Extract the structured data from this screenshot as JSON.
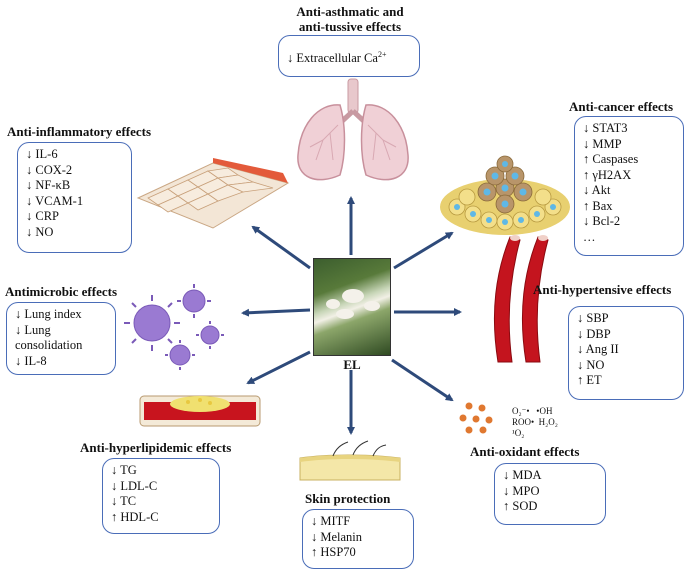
{
  "center": {
    "label": "EL"
  },
  "colors": {
    "arrow": "#2e4a7a",
    "box_border": "#4a6db8"
  },
  "asthmatic": {
    "title_line1": "Anti-asthmatic and",
    "title_line2": "anti-tussive effects",
    "items": [
      "↓ Extracellular Ca"
    ],
    "sup": "2+"
  },
  "inflammatory": {
    "title": "Anti-inflammatory effects",
    "items": [
      "↓ IL-6",
      "↓ COX-2",
      "↓ NF-κB",
      "↓ VCAM-1",
      "↓ CRP",
      "↓ NO"
    ]
  },
  "cancer": {
    "title": "Anti-cancer effects",
    "items": [
      "↓ STAT3",
      "↓ MMP",
      "↑ Caspases",
      "↑ γH2AX",
      "↓ Akt",
      "↑ Bax",
      "↓ Bcl-2",
      "…"
    ]
  },
  "antimicrobic": {
    "title": "Antimicrobic effects",
    "items": [
      "↓ Lung index",
      "↓ Lung",
      "consolidation",
      "↓ IL-8"
    ]
  },
  "hypertensive": {
    "title": "Anti-hypertensive effects",
    "items": [
      "↓ SBP",
      "↓ DBP",
      "↓ Ang II",
      "↓ NO",
      "↑ ET"
    ]
  },
  "hyperlipidemic": {
    "title": "Anti-hyperlipidemic effects",
    "items": [
      "↓ TG",
      "↓ LDL-C",
      "↓ TC",
      "↑ HDL-C"
    ]
  },
  "skin": {
    "title": "Skin protection",
    "items": [
      "↓ MITF",
      "↓ Melanin",
      "↑ HSP70"
    ]
  },
  "oxidant": {
    "title": "Anti-oxidant effects",
    "items": [
      "↓ MDA",
      "↓ MPO",
      "↑ SOD"
    ],
    "ros_labels": [
      "O₂⁻•",
      "•OH",
      "ROO•",
      "H₂O₂",
      "¹O₂"
    ]
  }
}
